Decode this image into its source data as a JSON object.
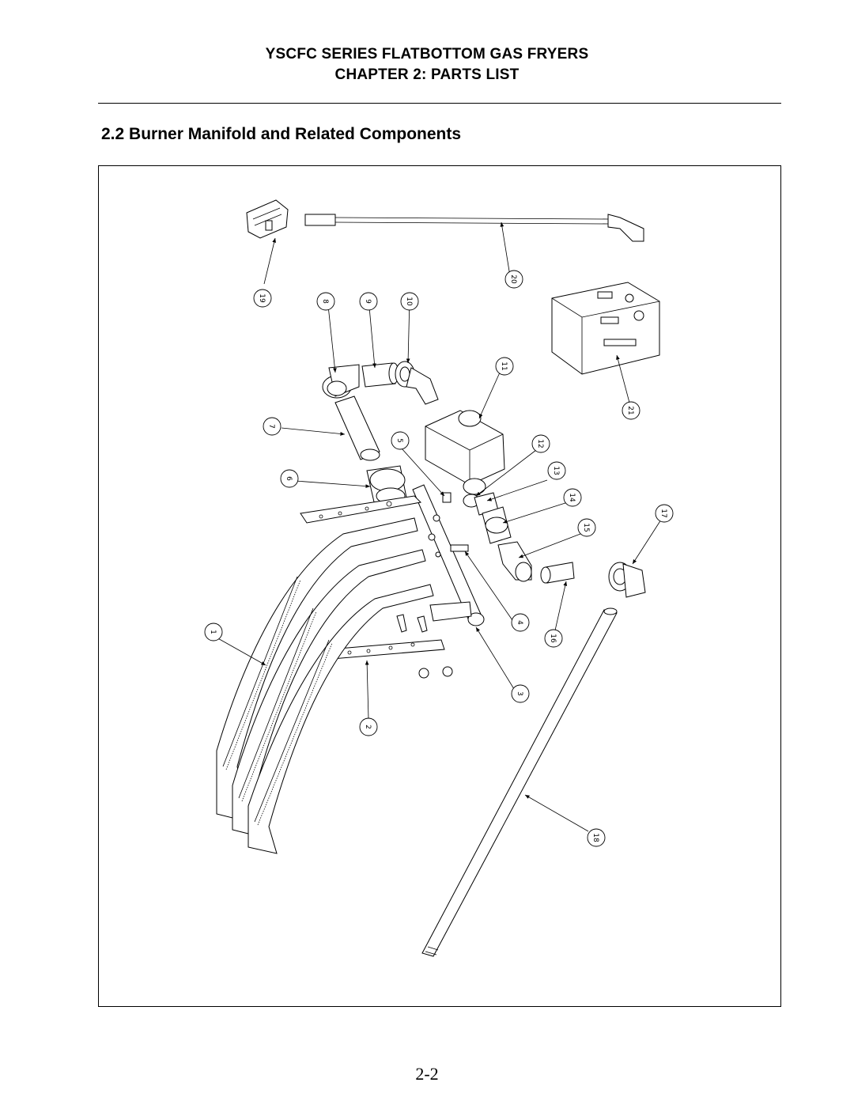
{
  "header": {
    "line1": "YSCFC SERIES FLATBOTTOM GAS FRYERS",
    "line2": "CHAPTER 2:  PARTS LIST"
  },
  "section_title": "2.2  Burner Manifold and Related Components",
  "callouts": [
    "1",
    "2",
    "3",
    "4",
    "5",
    "6",
    "7",
    "8",
    "9",
    "10",
    "11",
    "12",
    "13",
    "14",
    "15",
    "16",
    "17",
    "18",
    "19",
    "20",
    "21"
  ],
  "page_number": "2-2"
}
